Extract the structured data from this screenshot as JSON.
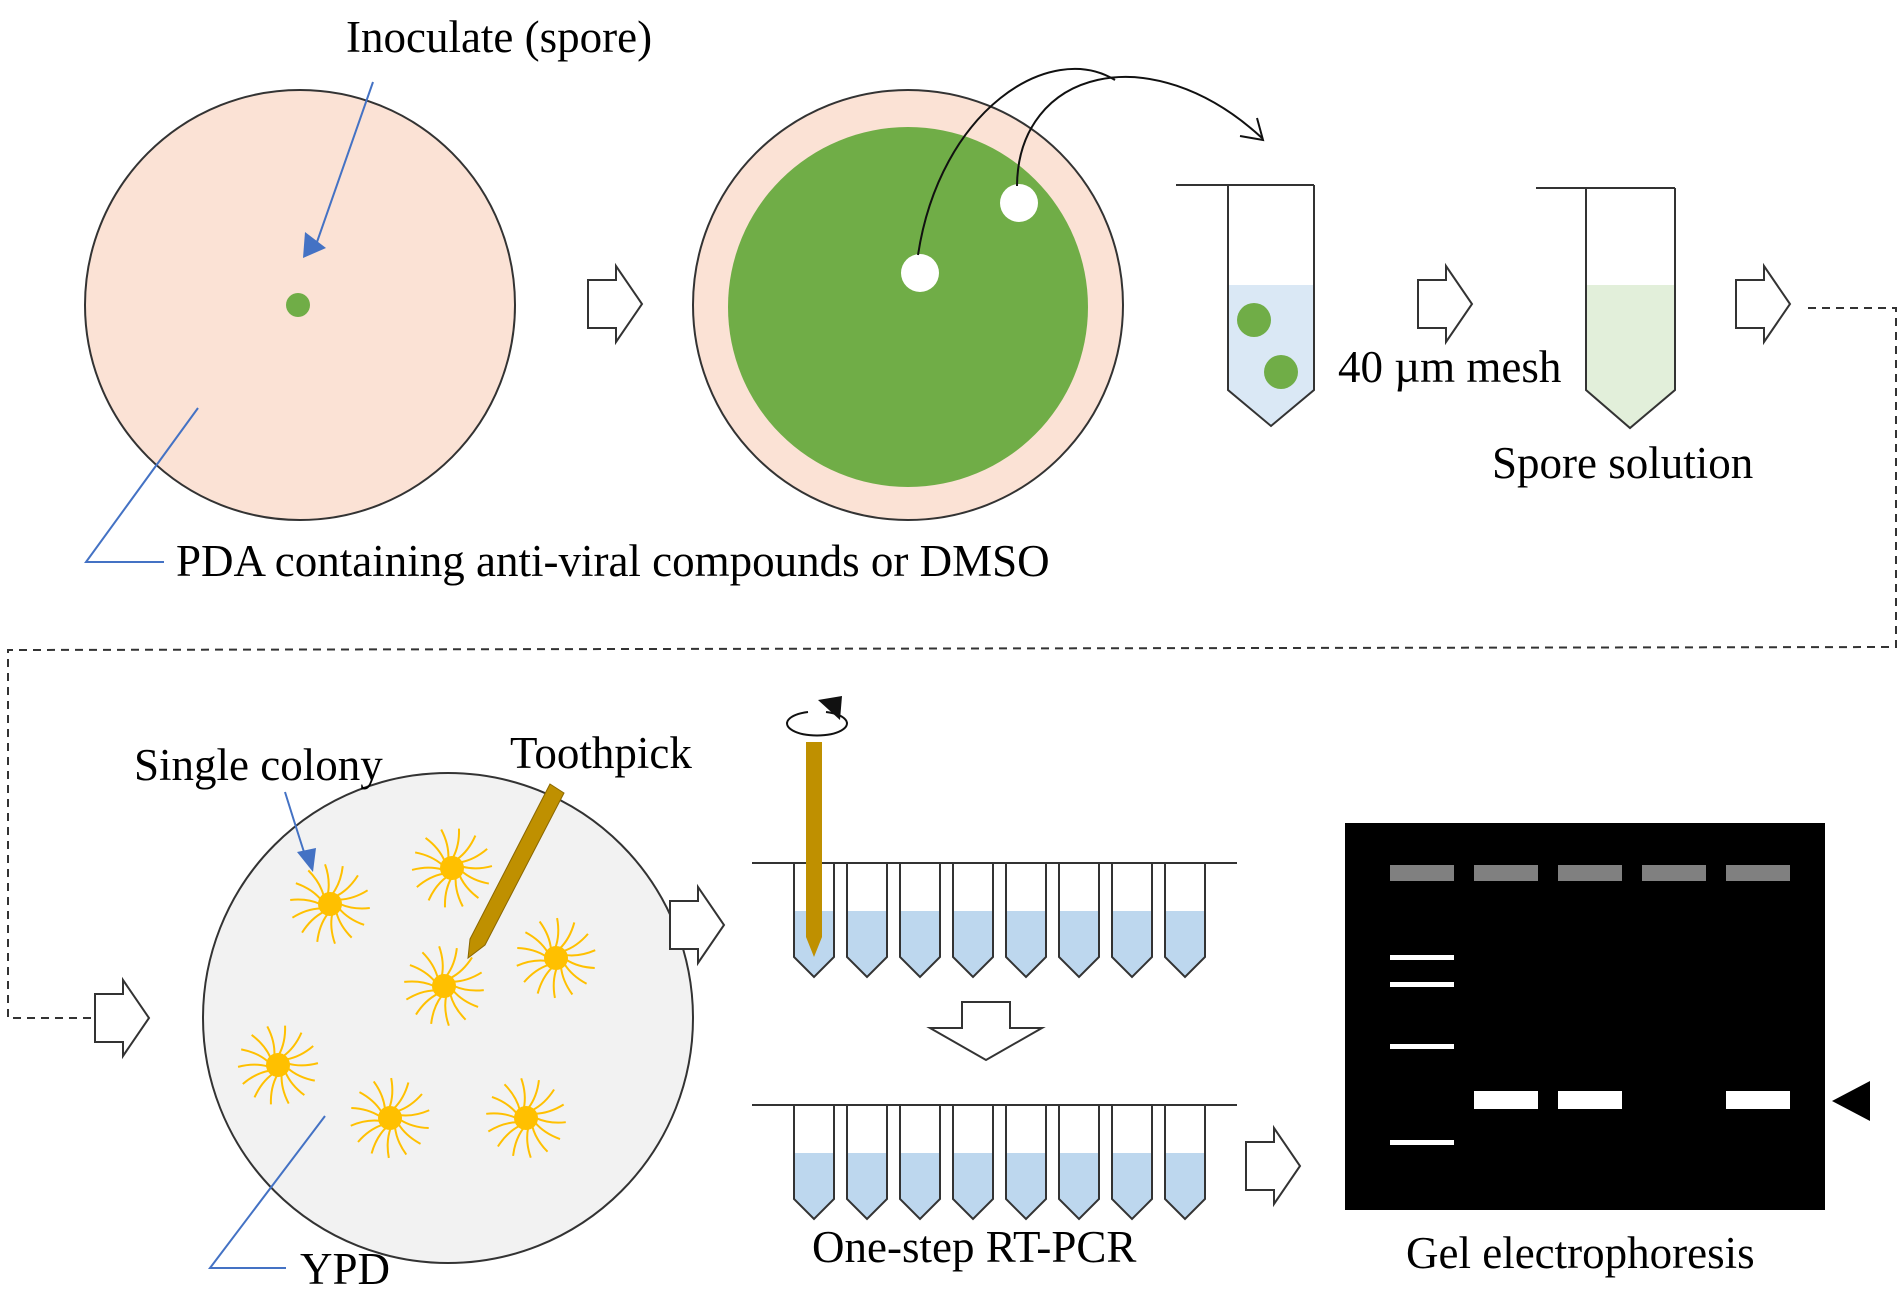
{
  "labels": {
    "inoculate": "Inoculate (spore)",
    "pda": "PDA containing anti-viral compounds or DMSO",
    "mesh": "40 µm mesh",
    "spore_solution": "Spore solution",
    "single_colony": "Single colony",
    "toothpick": "Toothpick",
    "ypd": "YPD",
    "rt_pcr": "One-step RT-PCR",
    "gel": "Gel electrophoresis"
  },
  "colors": {
    "agar": "#fbe2d5",
    "mycelium": "#70ad47",
    "liquid": "#dae8f5",
    "spore_liquid": "#e2efda",
    "ypd_plate": "#f2f2f2",
    "colony": "#ffc000",
    "toothpick": "#bf9000",
    "pointer": "#4472c4",
    "tube_liquid": "#bdd7ee",
    "gel_bg": "#000000",
    "gel_well": "#808080",
    "gel_band": "#ffffff"
  },
  "gel": {
    "lane_count": 5,
    "ladder_lane": 1,
    "target_band_lanes": [
      2,
      3,
      5
    ],
    "ladder_band_count": 4
  },
  "icons": [
    "arrow-right-icon",
    "arrow-down-icon",
    "rotate-arrow-icon",
    "band-marker-icon"
  ]
}
